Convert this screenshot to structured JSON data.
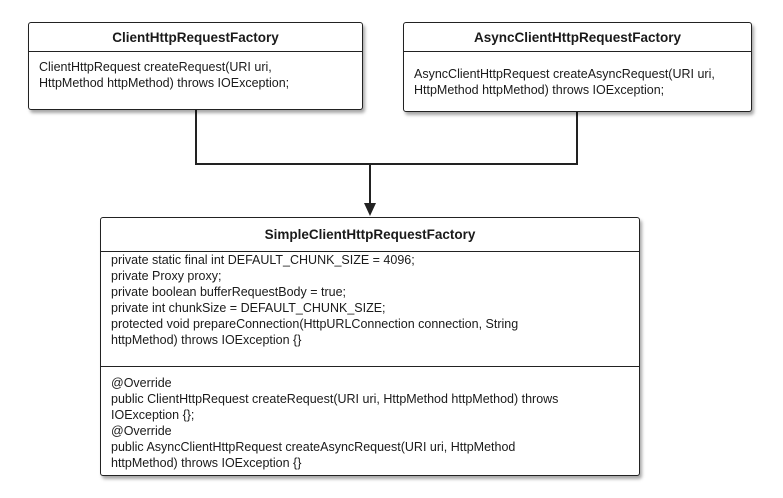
{
  "diagram": {
    "boxes": {
      "client_factory": {
        "title": "ClientHttpRequestFactory",
        "methods": [
          "ClientHttpRequest createRequest(URI uri,",
          "HttpMethod httpMethod) throws IOException;"
        ]
      },
      "async_factory": {
        "title": "AsyncClientHttpRequestFactory",
        "methods": [
          "AsyncClientHttpRequest createAsyncRequest(URI uri,",
          "HttpMethod httpMethod) throws IOException;"
        ]
      },
      "simple_factory": {
        "title": "SimpleClientHttpRequestFactory",
        "fields": [
          "private static final int DEFAULT_CHUNK_SIZE = 4096;",
          "private Proxy proxy;",
          "private boolean bufferRequestBody = true;",
          "private int chunkSize = DEFAULT_CHUNK_SIZE;",
          "protected void prepareConnection(HttpURLConnection connection, String",
          "httpMethod) throws IOException {}"
        ],
        "methods": [
          "@Override",
          "public ClientHttpRequest createRequest(URI uri, HttpMethod httpMethod) throws",
          "IOException {};",
          "@Override",
          "public AsyncClientHttpRequest createAsyncRequest(URI uri, HttpMethod",
          "httpMethod) throws IOException {}"
        ]
      }
    }
  }
}
